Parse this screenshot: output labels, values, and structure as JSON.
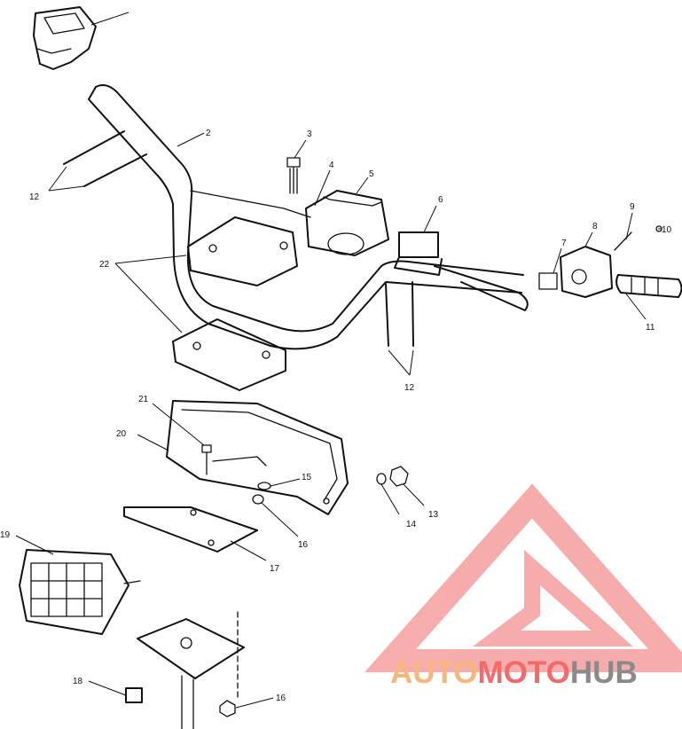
{
  "callouts": {
    "c2": "2",
    "c3": "3",
    "c4": "4",
    "c5": "5",
    "c6": "6",
    "c7": "7",
    "c8": "8",
    "c9": "9",
    "c10": "10",
    "c11": "11",
    "c12a": "12",
    "c12b": "12",
    "c13": "13",
    "c14": "14",
    "c15": "15",
    "c16a": "16",
    "c16b": "16",
    "c17": "17",
    "c18": "18",
    "c19": "19",
    "c20": "20",
    "c21": "21",
    "c22": "22"
  },
  "watermark": {
    "word1": "AUTO",
    "word2": "MOTO",
    "word3": "HUB",
    "color_orange": "#f6b87a",
    "color_red": "#f26a6a",
    "color_gray": "#8a8a8a"
  }
}
